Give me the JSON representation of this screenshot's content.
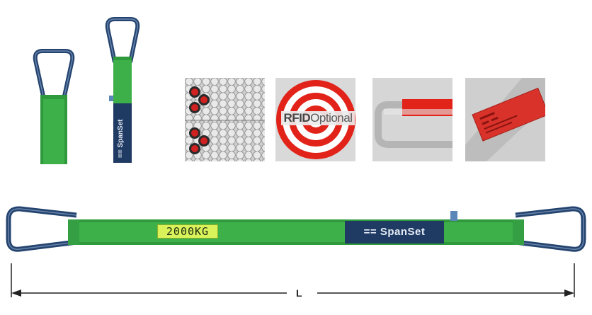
{
  "sling": {
    "load_label": "2000KG",
    "brand": "== SpanSet",
    "brand_vertical": "== SpanSet",
    "dimension_label": "L"
  },
  "tiles": {
    "rfid": {
      "bold": "RFID",
      "rest": "Optional"
    }
  },
  "colors": {
    "sling_green": "#3db04a",
    "sleeve_navy": "#1f3a63",
    "hook_blue": "#24446f",
    "rfid_red": "#e2231a",
    "tag_red": "#d8322a",
    "label_yellow": "#d9f25a"
  }
}
